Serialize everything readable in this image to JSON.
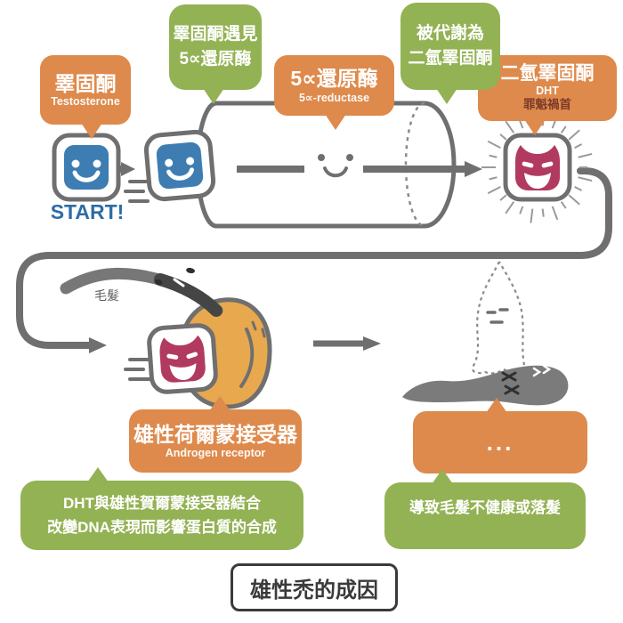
{
  "title": "雄性禿的成因",
  "colors": {
    "orange_bubble": "#DE8A4C",
    "green_bubble": "#93B254",
    "blue_character": "#3D7DB2",
    "devil_crimson": "#B23A60",
    "follicle_orange": "#E8A84E",
    "line_gray": "#6F6F6F",
    "tagline_maroon": "#7B3A28",
    "start_blue": "#2D6DA5"
  },
  "labels": {
    "start": "START!",
    "hair": "毛髮"
  },
  "bubbles": {
    "testosterone": {
      "zh": "睪固酮",
      "en": "Testosterone"
    },
    "meet": {
      "line1": "睪固酮遇見",
      "line2": "5∝還原酶"
    },
    "reductase": {
      "zh": "5∝還原酶",
      "en": "5∝-reductase"
    },
    "metabolized": {
      "line1": "被代謝為",
      "line2": "二氫睪固酮"
    },
    "dht": {
      "zh": "二氫睪固酮",
      "en": "DHT",
      "tagline": "罪魁禍首"
    },
    "receptor": {
      "zh": "雄性荷爾蒙接受器",
      "en": "Androgen receptor"
    },
    "result": {
      "label": "..."
    },
    "binding": {
      "line1": "DHT與雄性賀爾蒙接受器結合",
      "line2": "改變DNA表現而影響蛋白質的合成"
    },
    "loss": {
      "label": "導致毛髮不健康或落髮"
    }
  }
}
